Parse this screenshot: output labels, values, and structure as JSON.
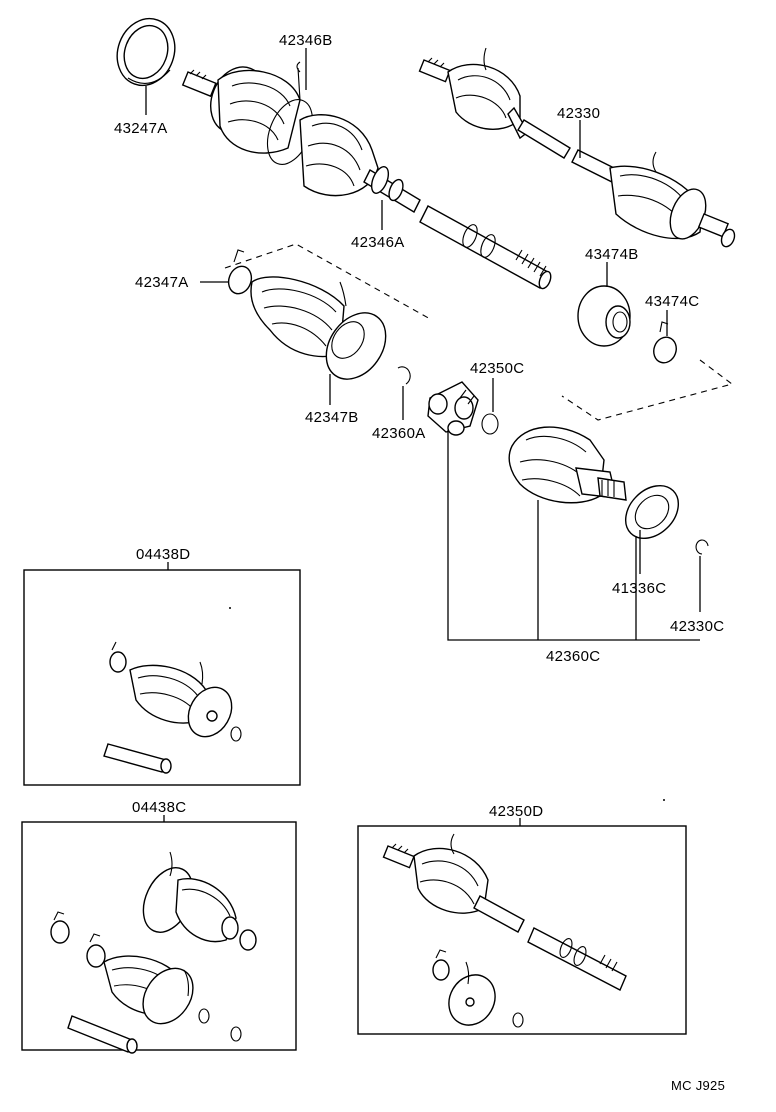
{
  "parts": {
    "p43247A": "43247A",
    "p42346B": "42346B",
    "p42330": "42330",
    "p42346A": "42346A",
    "p42347A": "42347A",
    "p43474B": "43474B",
    "p43474C": "43474C",
    "p42350C": "42350C",
    "p42347B": "42347B",
    "p42360A": "42360A",
    "p04438D": "04438D",
    "p41336C": "41336C",
    "p42330C": "42330C",
    "p42360C": "42360C",
    "p04438C": "04438C",
    "p42350D": "42350D"
  },
  "footer": {
    "code": "MC  J925"
  }
}
